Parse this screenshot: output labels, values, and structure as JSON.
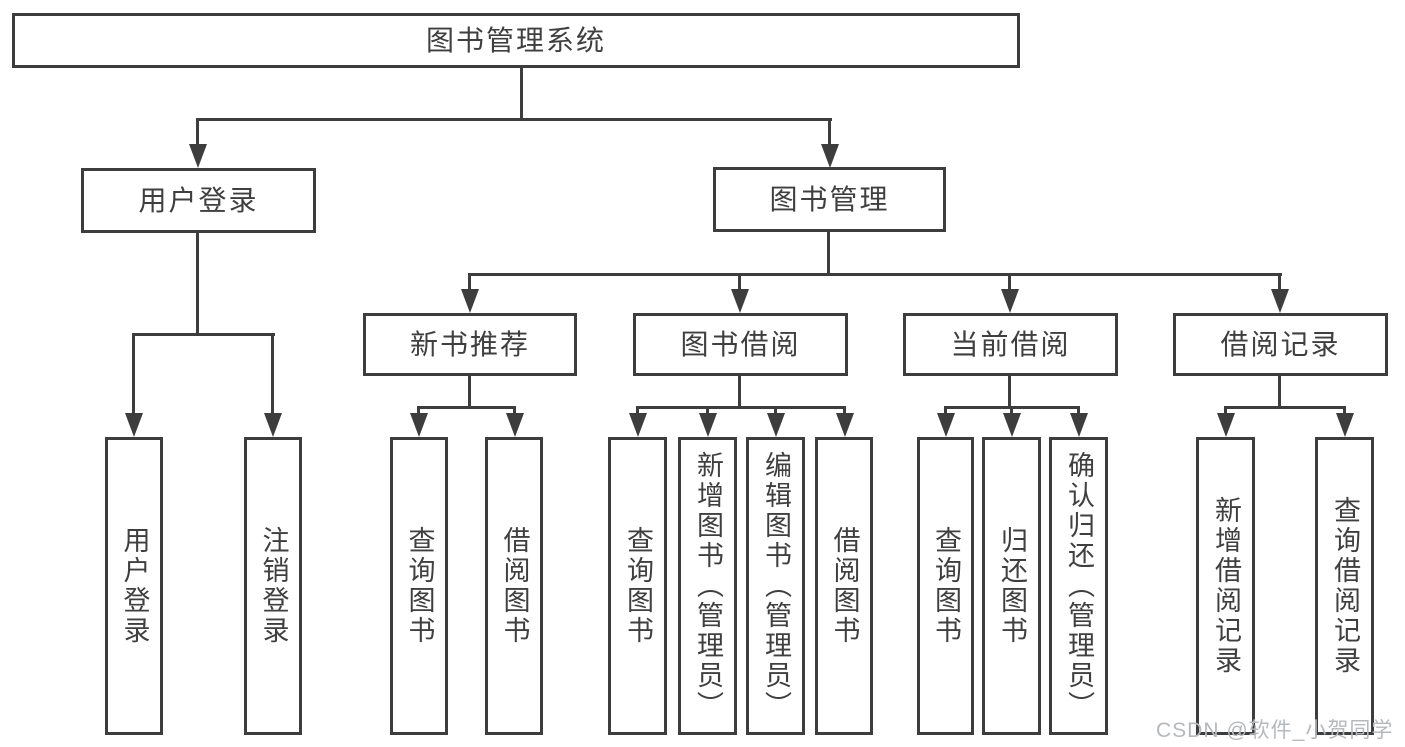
{
  "title": "图书管理系统",
  "tree": {
    "root": "图书管理系统",
    "user_login": {
      "label": "用户登录",
      "children": {
        "login": "用户登录",
        "logout": "注销登录"
      }
    },
    "book_management": {
      "label": "图书管理",
      "groups": {
        "new_book_recommend": {
          "label": "新书推荐",
          "children": {
            "query_book": "查询图书",
            "borrow_book": "借阅图书"
          }
        },
        "book_borrow": {
          "label": "图书借阅",
          "children": {
            "query_book": "查询图书",
            "add_book": "新增图书（管理员）",
            "edit_book": "编辑图书（管理员）",
            "borrow_book": "借阅图书"
          }
        },
        "current_borrow": {
          "label": "当前借阅",
          "children": {
            "query_book": "查询图书",
            "return_book": "归还图书",
            "confirm_return": "确认归还（管理员）"
          }
        },
        "borrow_records": {
          "label": "借阅记录",
          "children": {
            "add_record": "新增借阅记录",
            "query_record": "查询借阅记录"
          }
        }
      }
    }
  },
  "watermark": "CSDN @软件_小贺同学",
  "colors": {
    "line": "#3d3d3d",
    "text": "#3f3f3f",
    "watermark": "#b5b9bc",
    "background": "#ffffff"
  }
}
